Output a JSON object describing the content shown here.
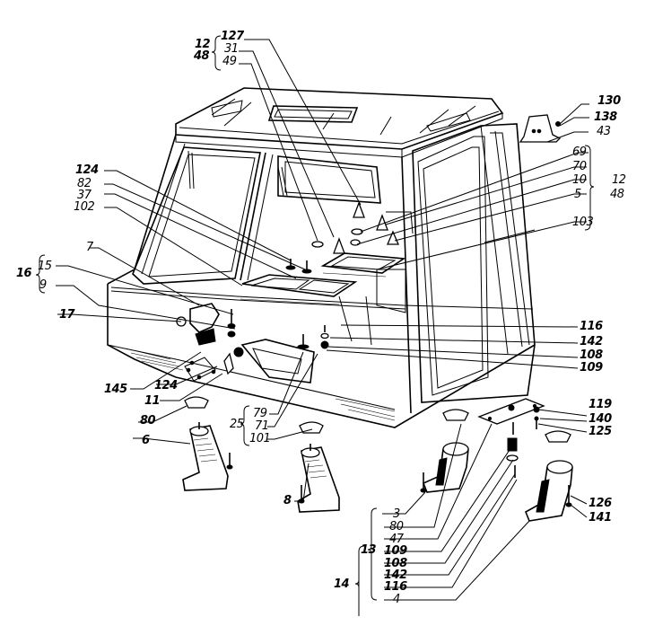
{
  "diagram": {
    "type": "exploded-parts-view",
    "subject": "tractor cab assembly with mounting supports",
    "callouts": [
      {
        "id": "c127",
        "text": "127"
      },
      {
        "id": "c31",
        "text": "31"
      },
      {
        "id": "c49",
        "text": "49"
      },
      {
        "id": "g12a",
        "text": "12"
      },
      {
        "id": "g48a",
        "text": "48"
      },
      {
        "id": "c130",
        "text": "130"
      },
      {
        "id": "c138",
        "text": "138"
      },
      {
        "id": "c43",
        "text": "43"
      },
      {
        "id": "c69",
        "text": "69"
      },
      {
        "id": "c70",
        "text": "70"
      },
      {
        "id": "c10",
        "text": "10"
      },
      {
        "id": "c5",
        "text": "5"
      },
      {
        "id": "c103",
        "text": "103"
      },
      {
        "id": "g12b",
        "text": "12"
      },
      {
        "id": "g48b",
        "text": "48"
      },
      {
        "id": "c124a",
        "text": "124"
      },
      {
        "id": "c82",
        "text": "82"
      },
      {
        "id": "c37",
        "text": "37"
      },
      {
        "id": "c102",
        "text": "102"
      },
      {
        "id": "c7",
        "text": "7"
      },
      {
        "id": "g16",
        "text": "16"
      },
      {
        "id": "c15",
        "text": "15"
      },
      {
        "id": "c9",
        "text": "9"
      },
      {
        "id": "c17",
        "text": "17"
      },
      {
        "id": "c116a",
        "text": "116"
      },
      {
        "id": "c142a",
        "text": "142"
      },
      {
        "id": "c108a",
        "text": "108"
      },
      {
        "id": "c109a",
        "text": "109"
      },
      {
        "id": "c145",
        "text": "145"
      },
      {
        "id": "c124b",
        "text": "124"
      },
      {
        "id": "c11",
        "text": "11"
      },
      {
        "id": "c80a",
        "text": "80"
      },
      {
        "id": "c6",
        "text": "6"
      },
      {
        "id": "g25",
        "text": "25"
      },
      {
        "id": "c79",
        "text": "79"
      },
      {
        "id": "c71",
        "text": "71"
      },
      {
        "id": "c101",
        "text": "101"
      },
      {
        "id": "c8",
        "text": "8"
      },
      {
        "id": "c119",
        "text": "119"
      },
      {
        "id": "c140",
        "text": "140"
      },
      {
        "id": "c125",
        "text": "125"
      },
      {
        "id": "c126",
        "text": "126"
      },
      {
        "id": "c141",
        "text": "141"
      },
      {
        "id": "c3",
        "text": "3"
      },
      {
        "id": "c80b",
        "text": "80"
      },
      {
        "id": "c47",
        "text": "47"
      },
      {
        "id": "c109b",
        "text": "109"
      },
      {
        "id": "c108b",
        "text": "108"
      },
      {
        "id": "c142b",
        "text": "142"
      },
      {
        "id": "c116b",
        "text": "116"
      },
      {
        "id": "c4",
        "text": "4"
      },
      {
        "id": "g13",
        "text": "13"
      },
      {
        "id": "g14",
        "text": "14"
      }
    ],
    "groups": [
      {
        "group": "12 / 48",
        "members": [
          "127",
          "31",
          "49"
        ]
      },
      {
        "group": "12 / 48",
        "members": [
          "69",
          "70",
          "10",
          "5",
          "103"
        ]
      },
      {
        "group": "16",
        "members": [
          "15",
          "9"
        ]
      },
      {
        "group": "25",
        "members": [
          "79",
          "71",
          "101"
        ]
      },
      {
        "group": "13",
        "members": [
          "3",
          "80",
          "47",
          "109",
          "108",
          "142",
          "116",
          "4"
        ]
      },
      {
        "group": "14",
        "members": [
          "13"
        ]
      }
    ]
  }
}
